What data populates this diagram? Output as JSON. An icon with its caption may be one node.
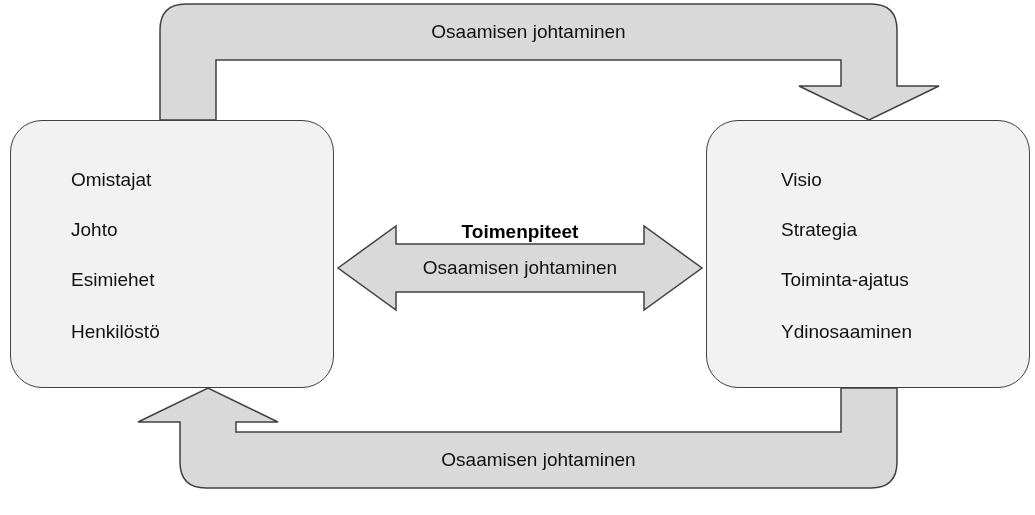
{
  "diagram": {
    "nodes": [
      {
        "text": [
          "Omistajat",
          "Johto",
          "Esimiehet",
          "Henkilöstö"
        ]
      },
      {
        "text": [
          "Visio",
          "Strategia",
          "Toiminta-ajatus",
          "Ydinosaaminen"
        ]
      }
    ],
    "edges": [
      {
        "from": 0,
        "to": 1,
        "arrow": "to",
        "label": "Osaamisen johtaminen"
      },
      {
        "from": 1,
        "to": 0,
        "arrow": "to",
        "label": "Osaamisen johtaminen"
      },
      {
        "from": 0,
        "to": 1,
        "arrow": "both",
        "label": "Osaamisen johtaminen"
      }
    ],
    "labels": [
      "Toimenpiteet"
    ]
  }
}
